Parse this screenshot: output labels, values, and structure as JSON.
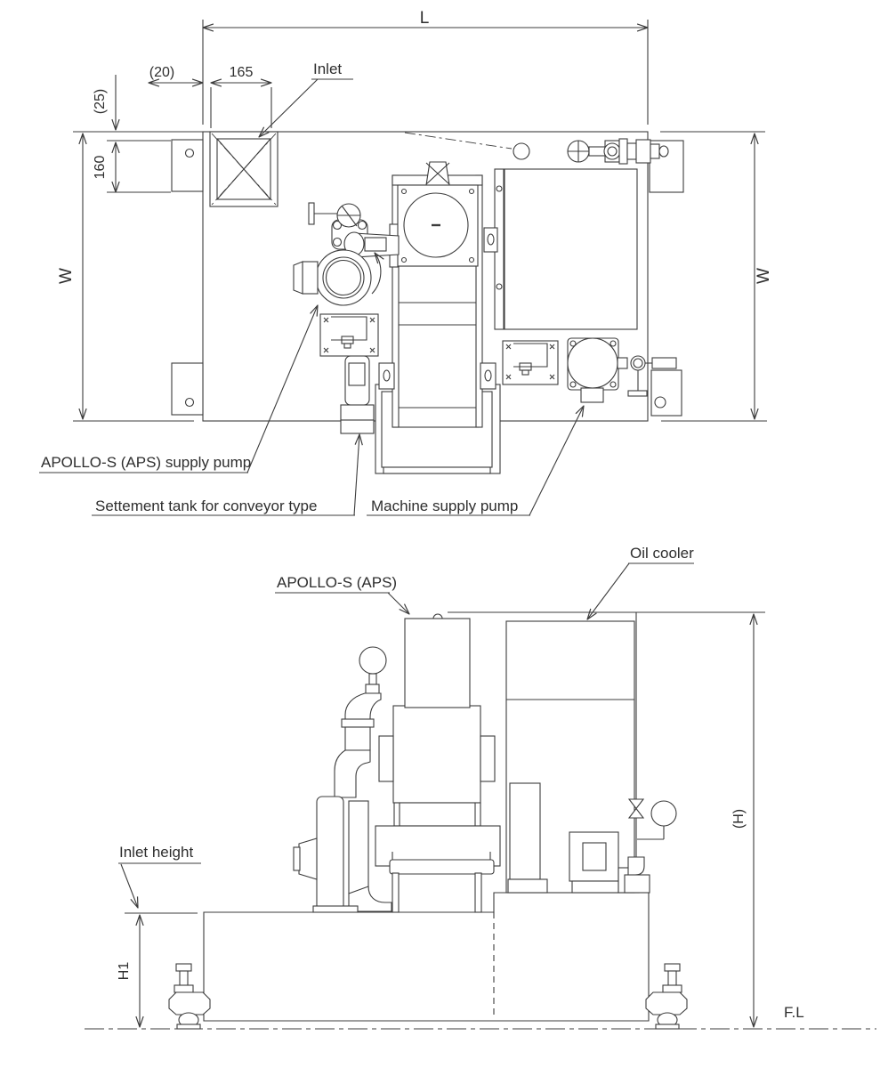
{
  "drawing": {
    "top_view": {
      "dims": {
        "L": "L",
        "d20": "(20)",
        "d165": "165",
        "d25": "(25)",
        "d160": "160",
        "w_left": "W",
        "w_right": "W"
      },
      "labels": {
        "inlet": "Inlet",
        "apollo_pump": "APOLLO-S (APS) supply pump",
        "settlement_tank": "Settement tank for conveyor type",
        "machine_pump": "Machine supply pump"
      }
    },
    "front_view": {
      "dims": {
        "h": "(H)",
        "h1": "H1"
      },
      "labels": {
        "apollo": "APOLLO-S (APS)",
        "oil_cooler": "Oil cooler",
        "inlet_height": "Inlet height",
        "floor_level": "F.L"
      }
    },
    "colors": {
      "line": "#3c3c3c",
      "text": "#2e2e2e",
      "background": "#ffffff"
    }
  }
}
